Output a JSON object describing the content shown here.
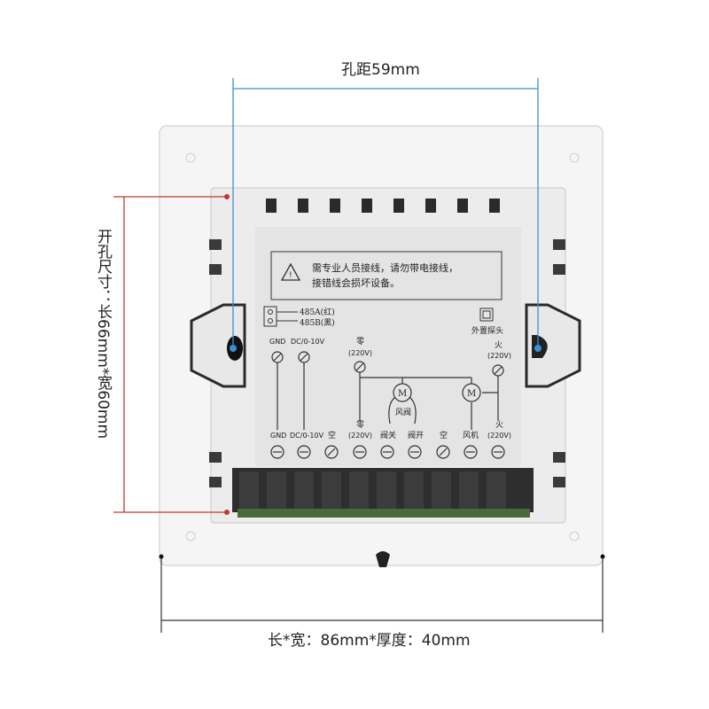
{
  "dimensions": {
    "hole_spacing": "孔距59mm",
    "cutout_size": "开孔尺寸：长66mm*宽60mm",
    "overall_size": "长*宽：86mm*厚度：40mm"
  },
  "warning": {
    "line1": "需专业人员接线，请勿带电接线，",
    "line2": "接错线会损坏设备。"
  },
  "rs485": {
    "a_label": "485A(红)",
    "b_label": "485B(黑)"
  },
  "external_probe_label": "外置探头",
  "top_terminals": {
    "gnd": "GND",
    "dc": "DC/0-10V",
    "neutral": "零",
    "neutral_v": "(220V)",
    "live": "火",
    "live_v": "(220V)"
  },
  "valve_label": "风阀",
  "motor_symbol": "M",
  "bottom_terminals": [
    {
      "label": "GND",
      "sub": ""
    },
    {
      "label": "DC/0-10V",
      "sub": ""
    },
    {
      "label": "空",
      "sub": ""
    },
    {
      "label": "零",
      "sub": "(220V)"
    },
    {
      "label": "阀关",
      "sub": ""
    },
    {
      "label": "阀开",
      "sub": ""
    },
    {
      "label": "空",
      "sub": ""
    },
    {
      "label": "风机",
      "sub": ""
    },
    {
      "label": "火",
      "sub": "(220V)"
    }
  ],
  "colors": {
    "blue_dim": "#3a8fd8",
    "red_dim": "#c0392b",
    "plate": "#f4f4f4",
    "body": "#ececec",
    "label": "#e6e6e6"
  }
}
